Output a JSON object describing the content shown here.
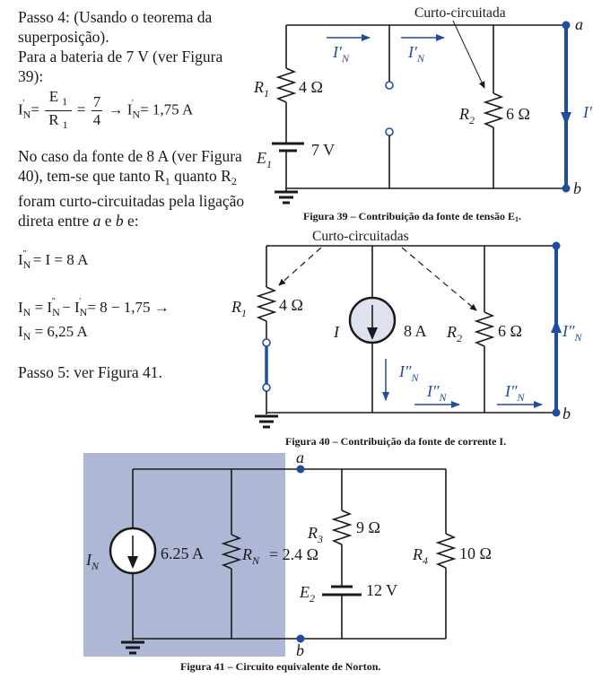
{
  "text": {
    "passo4": "Passo 4: (Usando o teorema da superposição).",
    "bateria_intro": "Para a bateria de 7 V (ver Figura 39):",
    "eq1": {
      "lhs": "I",
      "lhs_sub": "N",
      "lhs_sup": "'",
      "frac1_num": "E",
      "frac1_num_sub": "1",
      "frac1_den": "R",
      "frac1_den_sub": "1",
      "frac2_num": "7",
      "frac2_den": "4",
      "arrow": "→",
      "result": "= 1,75 A"
    },
    "fonte_intro_1": "No caso da fonte de 8 A (ver Figura 40), tem-se que tanto R",
    "fonte_intro_r1_sub": "1",
    "fonte_intro_2": " quanto R",
    "fonte_intro_r2_sub": "2",
    "fonte_intro_3": " foram curto-circuitadas pela ligação direta entre ",
    "fonte_intro_a": "a",
    "fonte_intro_e": " e ",
    "fonte_intro_b": "b",
    "fonte_intro_4": " e:",
    "eq2": "= I = 8 A",
    "eq3": "= 8 − 1,75 →",
    "eq4": "= 6,25 A",
    "passo5": "Passo 5: ver Figura 41."
  },
  "figures": {
    "fig39": {
      "caption": "Figura 39 – Contribuição da fonte de tensão E",
      "caption_sub": "1",
      "caption_end": ".",
      "annotation": "Curto-circuitada",
      "r1_label": "R",
      "r1_sub": "1",
      "r1_value": "4 Ω",
      "e1_label": "E",
      "e1_sub": "1",
      "e1_value": "7 V",
      "r2_label": "R",
      "r2_sub": "2",
      "r2_value": "6 Ω",
      "current_label": "I′",
      "current_sub": "N",
      "node_a": "a",
      "node_b": "b"
    },
    "fig40": {
      "caption": "Figura 40 – Contribuição da fonte de corrente I.",
      "annotation": "Curto-circuitadas",
      "r1_label": "R",
      "r1_sub": "1",
      "r1_value": "4 Ω",
      "source_label": "I",
      "source_value": "8 A",
      "r2_label": "R",
      "r2_sub": "2",
      "r2_value": "6 Ω",
      "current_label": "I″",
      "current_sub": "N"
    },
    "fig41": {
      "caption": "Figura 41 – Circuito equivalente de Norton.",
      "source_label": "I",
      "source_sub": "N",
      "source_value": "6.25 A",
      "rn_label": "R",
      "rn_sub": "N",
      "rn_value": "= 2.4 Ω",
      "r3_label": "R",
      "r3_sub": "3",
      "r3_value": "9 Ω",
      "e2_label": "E",
      "e2_sub": "2",
      "e2_value": "12 V",
      "r4_label": "R",
      "r4_sub": "4",
      "r4_value": "10 Ω",
      "node_a": "a",
      "node_b": "b"
    }
  },
  "colors": {
    "wire": "#1a1a1a",
    "accent_blue": "#1f4e9c",
    "norton_shade": "#aeb8d6",
    "source_fill": "#dde2ee"
  }
}
